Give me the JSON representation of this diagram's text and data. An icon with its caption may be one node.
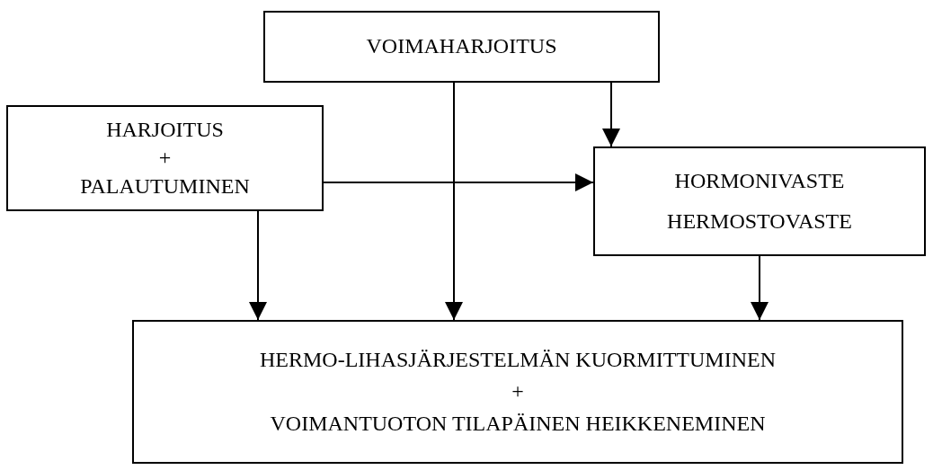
{
  "diagram": {
    "nodes": [
      {
        "text": [
          "VOIMAHARJOITUS"
        ]
      },
      {
        "text": [
          "HARJOITUS",
          "+",
          "PALAUTUMINEN"
        ]
      },
      {
        "text": [
          "HORMONIVASTE",
          "HERMOSTOVASTE"
        ]
      },
      {
        "text": [
          "HERMO-LIHASJÄRJESTELMÄN KUORMITTUMINEN",
          "+",
          "VOIMANTUOTON TILAPÄINEN HEIKKENEMINEN"
        ]
      }
    ],
    "edges": [
      {
        "from": 0,
        "to": 2,
        "arrow": "to"
      },
      {
        "from": 0,
        "to": 3,
        "arrow": "to"
      },
      {
        "from": 1,
        "to": 2,
        "arrow": "to"
      },
      {
        "from": 1,
        "to": 3,
        "arrow": "to"
      },
      {
        "from": 2,
        "to": 3,
        "arrow": "to"
      }
    ]
  }
}
